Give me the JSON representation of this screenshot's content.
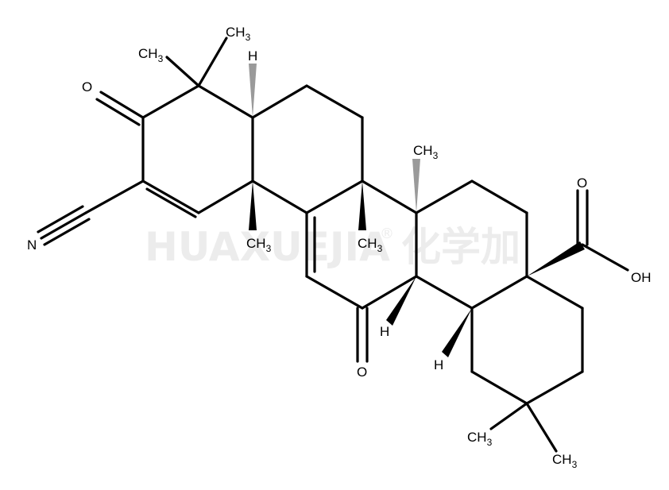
{
  "molecule": {
    "labels": {
      "o_ring_ketone": "O",
      "nitrogen": "N",
      "o_lower_ketone": "O",
      "o_acid_carbonyl": "O",
      "hydroxyl": "OH",
      "h_top": "H",
      "h_mid": "H",
      "h_low": "H"
    },
    "methyl": {
      "prefix": "CH",
      "subscript": "3"
    }
  },
  "watermark": {
    "brand": "HUAXUEJIA",
    "registered": "®",
    "chinese": "化学加"
  }
}
